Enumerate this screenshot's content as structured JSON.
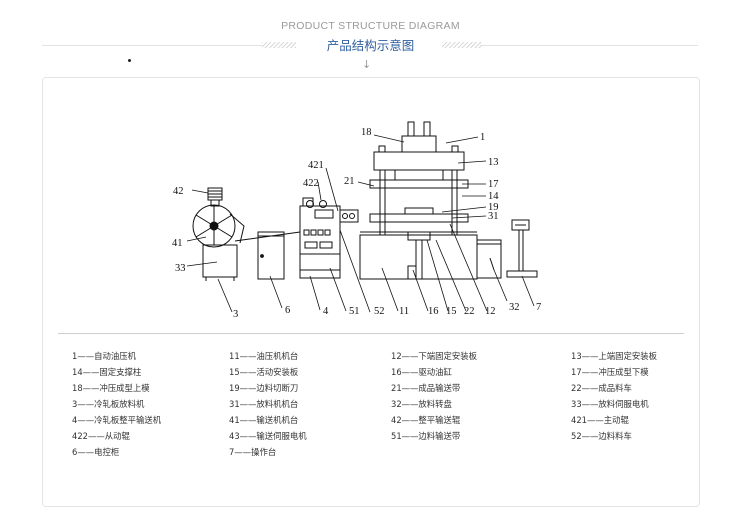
{
  "header": {
    "title_en": "PRODUCT STRUCTURE DIAGRAM",
    "title_cn": "产品结构示意图",
    "scroll_hint": "↓"
  },
  "diagram": {
    "callouts": [
      "1",
      "3",
      "4",
      "6",
      "7",
      "11",
      "12",
      "13",
      "14",
      "15",
      "16",
      "17",
      "18",
      "19",
      "21",
      "22",
      "31",
      "32",
      "33",
      "41",
      "42",
      "51",
      "52",
      "421",
      "422"
    ]
  },
  "legend": {
    "rows": [
      [
        "1——自动油压机",
        "11——油压机机台",
        "12——下端固定安装板",
        "13——上端固定安装板"
      ],
      [
        "14——固定支撑柱",
        "15——活动安装板",
        "16——驱动油缸",
        "17——冲压成型下模"
      ],
      [
        "18——冲压成型上模",
        "19——边料切断刀",
        "21——成品输送带",
        "22——成品料车"
      ],
      [
        "3——冷轧板放料机",
        "31——放料机机台",
        "32——放料转盘",
        "33——放料伺服电机"
      ],
      [
        "4——冷轧板整平输送机",
        "41——输送机机台",
        "42——整平输送辊",
        "421——主动辊"
      ],
      [
        "422——从动辊",
        "43——输送伺服电机",
        "51——边料输送带",
        "52——边料料车"
      ],
      [
        "6——电控柜",
        "7——操作台"
      ]
    ]
  }
}
